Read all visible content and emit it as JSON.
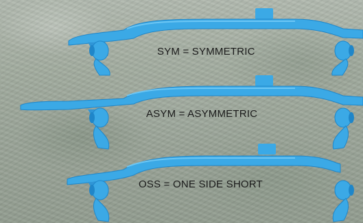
{
  "colors": {
    "bar": "#3ba9e6",
    "bar_dark": "#1f86c9",
    "bar_light": "#6cc6f4",
    "text": "#1a1a1a"
  },
  "labels": {
    "sym": "SYM = SYMMETRIC",
    "asym": "ASYM = ASYMMETRIC",
    "oss": "OSS = ONE SIDE SHORT"
  },
  "icons": [
    "bar-sym-icon",
    "bar-asym-icon",
    "bar-oss-icon"
  ]
}
